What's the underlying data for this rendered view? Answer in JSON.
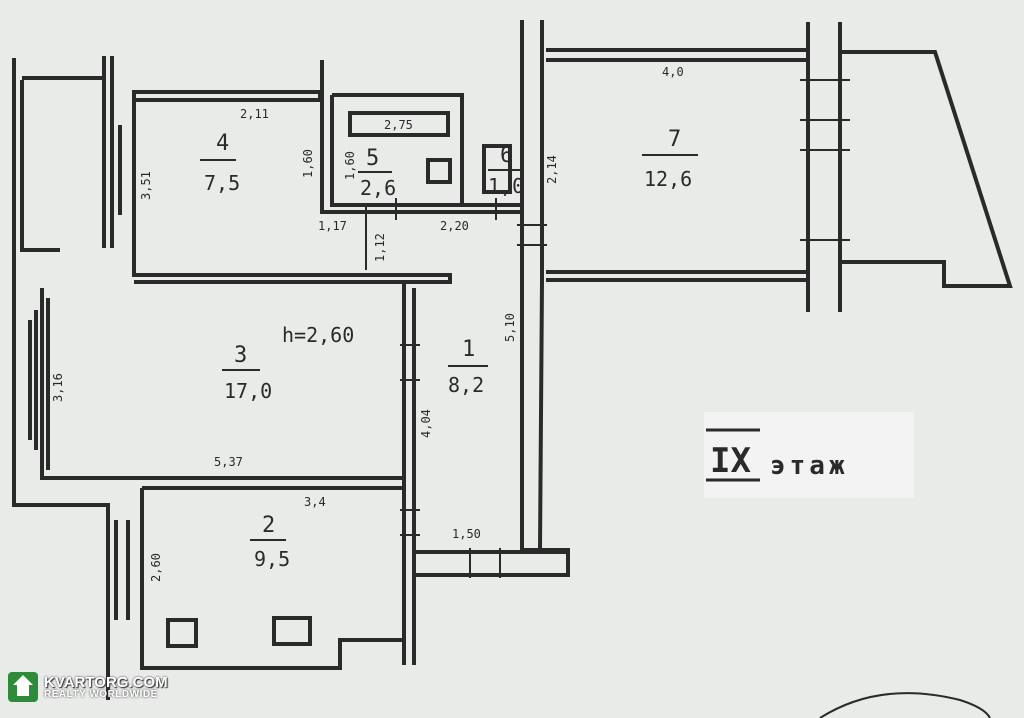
{
  "plan": {
    "floor_numeral": "IX",
    "floor_word": "этаж",
    "ceiling_height": "h=2,60",
    "rooms": [
      {
        "num": "1",
        "area": "8,2"
      },
      {
        "num": "2",
        "area": "9,5"
      },
      {
        "num": "3",
        "area": "17,0"
      },
      {
        "num": "4",
        "area": "7,5"
      },
      {
        "num": "5",
        "area": "2,6"
      },
      {
        "num": "6",
        "area": "1,0"
      },
      {
        "num": "7",
        "area": "12,6"
      }
    ],
    "dimensions": [
      "4,0",
      "2,11",
      "2,75",
      "3,51",
      "1,60",
      "1,60",
      "2,14",
      "1,17",
      "1,12",
      "2,20",
      "5,10",
      "3,16",
      "4,04",
      "5,37",
      "3,4",
      "2,60",
      "1,50"
    ]
  },
  "watermark": {
    "brand": "KVARTORG.COM",
    "tagline": "REALTY WORLDWIDE"
  },
  "colors": {
    "paper": "#e9ebe9",
    "ink": "#2a2a2a",
    "logo_green": "#2e8b3a"
  }
}
